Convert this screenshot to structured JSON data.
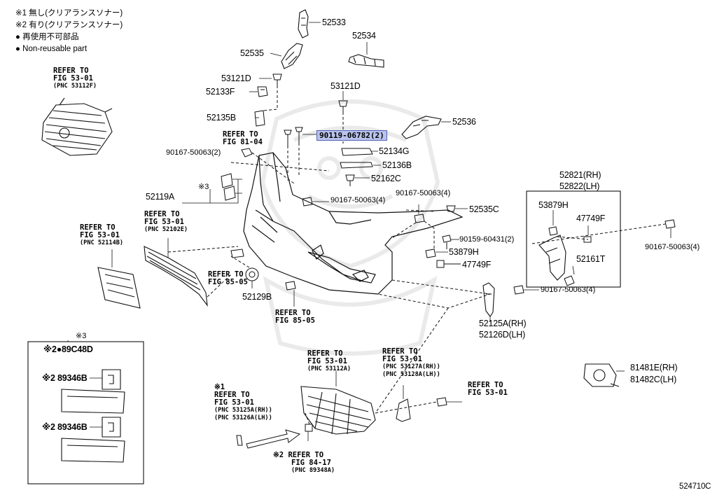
{
  "notes": {
    "n1": "※1 無し(クリアランスソナー)",
    "n2": "※2 有り(クリアランスソナー)",
    "n3": "● 再使用不可部品",
    "n4": "● Non-reusable part"
  },
  "refs": {
    "r1": {
      "l1": "REFER TO",
      "l2": "FIG 53-01",
      "pnc": "(PNC 53112F)"
    },
    "r2": {
      "l1": "REFER TO",
      "l2": "FIG 81-04"
    },
    "r3": {
      "l1": "REFER TO",
      "l2": "FIG 53-01",
      "pnc": "(PNC 52102E)"
    },
    "r4": {
      "l1": "REFER TO",
      "l2": "FIG 53-01",
      "pnc": "(PNC 52114B)"
    },
    "r5": {
      "l1": "REFER TO",
      "l2": "FIG 85-05"
    },
    "r6": {
      "l1": "REFER TO",
      "l2": "FIG 85-05"
    },
    "r7": {
      "l1": "REFER TO",
      "l2": "FIG 53-01",
      "pnc": "(PNC 53112A)"
    },
    "r8": {
      "l1": "REFER TO",
      "l2": "FIG 53-01",
      "pnc1": "(PNC 53127A(RH))",
      "pnc2": "(PNC 53128A(LH))"
    },
    "r9": {
      "l1": "REFER TO",
      "l2": "FIG 53-01"
    },
    "r10": {
      "mark": "※1",
      "l1": "REFER TO",
      "l2": "FIG 53-01",
      "pnc1": "(PNC 53125A(RH))",
      "pnc2": "(PNC 53126A(LH))"
    },
    "r11": {
      "mark": "※2",
      "l1": "REFER TO",
      "l2": "FIG 84-17",
      "pnc": "(PNC 89348A)"
    }
  },
  "parts": {
    "p52533": "52533",
    "p52534": "52534",
    "p52535": "52535",
    "p53121d_a": "53121D",
    "p52133f": "52133F",
    "p53121d_b": "53121D",
    "p52135b": "52135B",
    "p52536": "52536",
    "p90119": "90119-06782(2)",
    "p90167_2": "90167-50063(2)",
    "p52134g": "52134G",
    "p52136b": "52136B",
    "p52162c": "52162C",
    "p52119a": "52119A",
    "p_x3": "※3",
    "p90167_4a": "90167-50063(4)",
    "p90167_4b": "90167-50063(4)",
    "p52535c": "52535C",
    "p90159": "90159-60431(2)",
    "p53879h_a": "53879H",
    "p47749f_a": "47749F",
    "p52821": "52821(RH)",
    "p52822": "52822(LH)",
    "p53879h_b": "53879H",
    "p47749f_b": "47749F",
    "p52161t": "52161T",
    "p90167_4c": "90167-50063(4)",
    "p90167_4d": "90167-50063(4)",
    "p52129b": "52129B",
    "p52125a": "52125A(RH)",
    "p52126d": "52126D(LH)",
    "p81481e": "81481E(RH)",
    "p81482c": "81482C(LH)"
  },
  "inset": {
    "mark": "※3",
    "p89c48d": "※2●89C48D",
    "p89346b_a": "※2 89346B",
    "p89346b_b": "※2 89346B"
  },
  "diagram_code": "524710C",
  "colors": {
    "highlight": "#b9c3ec",
    "highlight_border": "#5561b5",
    "line": "#111111"
  }
}
